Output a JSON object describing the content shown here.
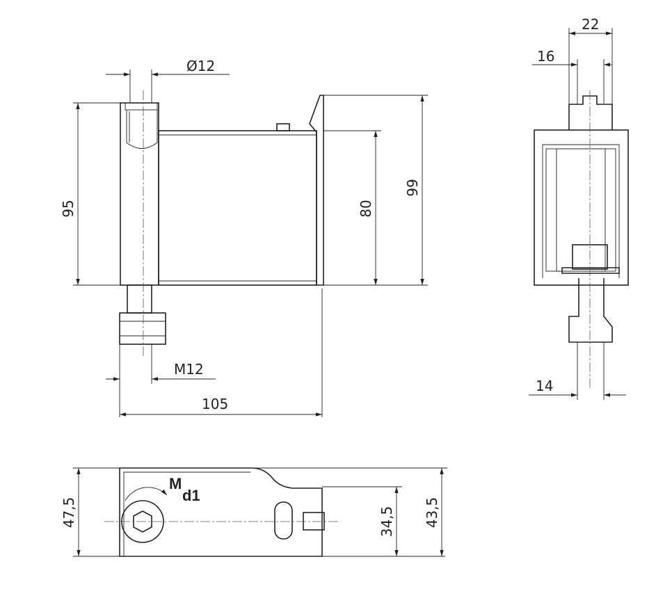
{
  "dimensions": {
    "rod_diameter": "Ø12",
    "height_95": "95",
    "height_80": "80",
    "height_99": "99",
    "thread": "M12",
    "length_105": "105",
    "width_22": "22",
    "width_16": "16",
    "width_14": "14",
    "depth_47_5": "47,5",
    "depth_34_5": "34,5",
    "depth_43_5": "43,5"
  },
  "torque_label": {
    "main": "M",
    "sub": "d1"
  }
}
